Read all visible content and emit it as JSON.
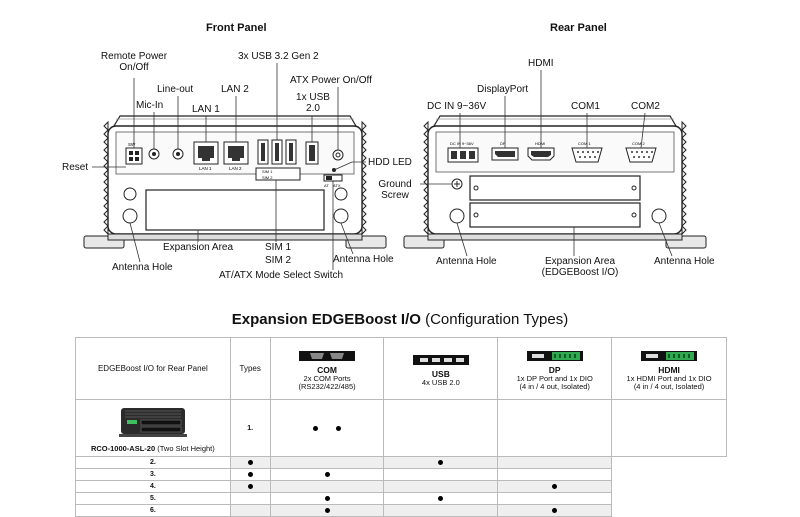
{
  "front": {
    "title": "Front Panel",
    "labels": {
      "remote_power": [
        "Remote Power",
        "On/Off"
      ],
      "line_out": "Line-out",
      "mic_in": "Mic-In",
      "lan2": "LAN 2",
      "lan1": "LAN 1",
      "usb32": "3x USB 3.2 Gen 2",
      "atx_power": "ATX Power On/Off",
      "usb20": [
        "1x USB",
        "2.0"
      ],
      "hdd_led": "HDD LED",
      "reset": "Reset",
      "expansion": "Expansion Area",
      "sim1": "SIM 1",
      "sim2": "SIM 2",
      "antenna_left": "Antenna Hole",
      "antenna_right": "Antenna Hole",
      "atx_switch": "AT/ATX Mode Select Switch"
    },
    "silk": {
      "sw": "SW",
      "lan1": "LAN 1",
      "lan2": "LAN 2",
      "sim1": "SIM 1",
      "sim2": "SIM 2",
      "at": "AT",
      "atx": "ATX"
    }
  },
  "rear": {
    "title": "Rear Panel",
    "labels": {
      "hdmi": "HDMI",
      "displayport": "DisplayPort",
      "dc_in": "DC IN 9~36V",
      "com1": "COM1",
      "com2": "COM2",
      "ground": [
        "Ground",
        "Screw"
      ],
      "antenna_left": "Antenna Hole",
      "expansion": [
        "Expansion Area",
        "(EDGEBoost I/O)"
      ],
      "antenna_right": "Antenna Hole"
    },
    "silk": {
      "dc": "DC IN 9~36V",
      "dp": "DP",
      "hdmi": "HDMI",
      "com1": "COM 1",
      "com2": "COM 2"
    }
  },
  "section": {
    "title_bold": "Expansion EDGEBoost I/O",
    "title_rest": "(Configuration Types)"
  },
  "table": {
    "header_left": "EDGEBoost I/O for Rear Panel",
    "header_types": "Types",
    "columns": [
      {
        "name": "COM",
        "desc": [
          "2x COM Ports",
          "(RS232/422/485)"
        ]
      },
      {
        "name": "USB",
        "desc": [
          "4x USB 2.0"
        ]
      },
      {
        "name": "DP",
        "desc": [
          "1x DP Port and 1x DIO",
          "(4 in / 4 out, Isolated)"
        ]
      },
      {
        "name": "HDMI",
        "desc": [
          "1x HDMI Port and 1x DIO",
          "(4 in / 4 out, Isolated)"
        ]
      }
    ],
    "model_bold": "RCO-1000-ASL-20",
    "model_rest": "(Two Slot Height)",
    "rows": [
      {
        "type": "1.",
        "marks": [
          2,
          0,
          0,
          0
        ]
      },
      {
        "type": "2.",
        "marks": [
          1,
          0,
          1,
          0
        ]
      },
      {
        "type": "3.",
        "marks": [
          1,
          1,
          0,
          0
        ]
      },
      {
        "type": "4.",
        "marks": [
          1,
          0,
          0,
          1
        ]
      },
      {
        "type": "5.",
        "marks": [
          0,
          1,
          1,
          0
        ]
      },
      {
        "type": "6.",
        "marks": [
          0,
          1,
          0,
          1
        ]
      }
    ]
  }
}
